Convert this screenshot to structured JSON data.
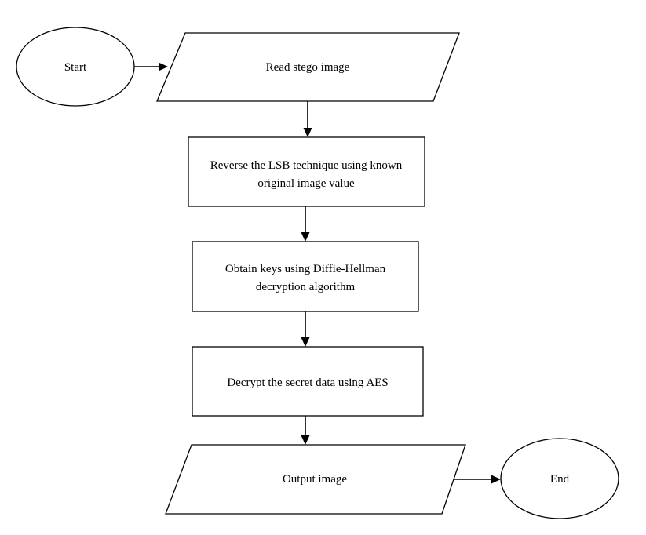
{
  "flowchart": {
    "nodes": {
      "start": {
        "shape": "ellipse",
        "lines": [
          "Start"
        ]
      },
      "read": {
        "shape": "parallelogram",
        "lines": [
          "Read stego image"
        ]
      },
      "reverse": {
        "shape": "rectangle",
        "lines": [
          "Reverse the LSB technique using known",
          "original image value"
        ]
      },
      "keys": {
        "shape": "rectangle",
        "lines": [
          "Obtain keys using Diffie-Hellman",
          "decryption algorithm"
        ]
      },
      "decrypt": {
        "shape": "rectangle",
        "lines": [
          "Decrypt the secret data using AES"
        ]
      },
      "output": {
        "shape": "parallelogram",
        "lines": [
          "Output image"
        ]
      },
      "end": {
        "shape": "ellipse",
        "lines": [
          "End"
        ]
      }
    },
    "edges": [
      {
        "from": "start",
        "to": "read"
      },
      {
        "from": "read",
        "to": "reverse"
      },
      {
        "from": "reverse",
        "to": "keys"
      },
      {
        "from": "keys",
        "to": "decrypt"
      },
      {
        "from": "decrypt",
        "to": "output"
      },
      {
        "from": "output",
        "to": "end"
      }
    ],
    "colors": {
      "stroke": "#000000",
      "fill": "#ffffff",
      "text": "#000000"
    }
  }
}
